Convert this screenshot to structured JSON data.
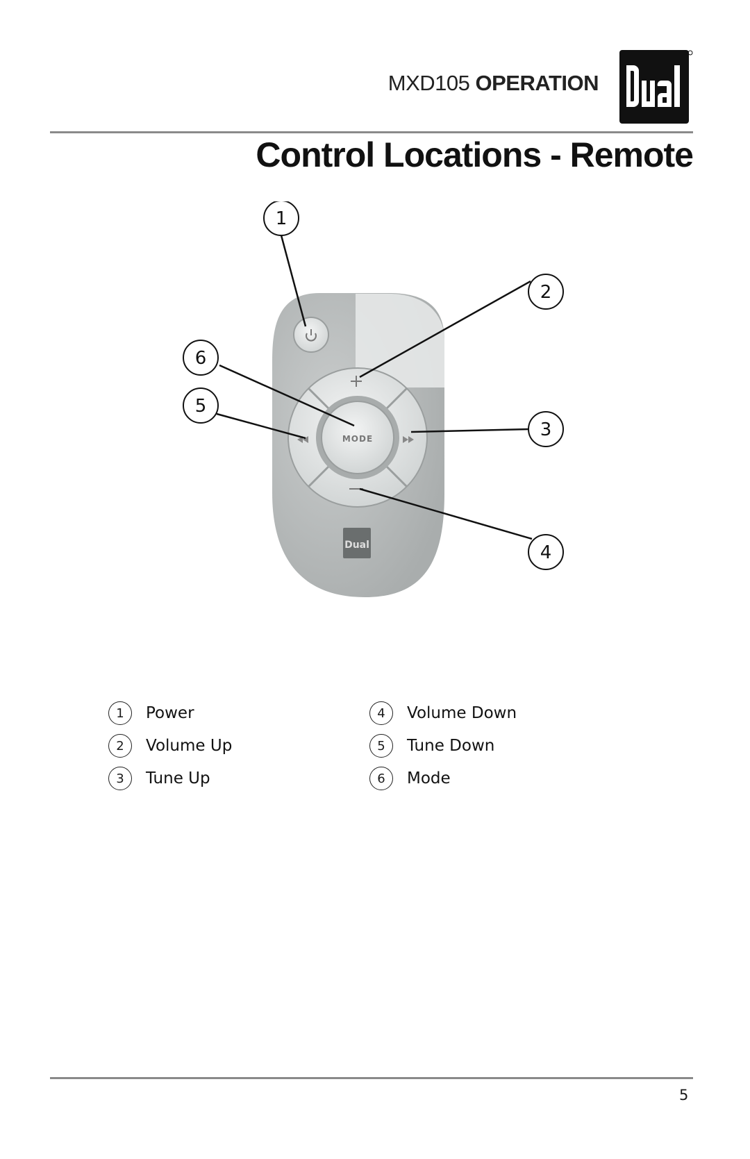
{
  "header": {
    "model": "MXD105",
    "section": "OPERATION",
    "brand_logo_text": "Dual"
  },
  "page_title": "Control Locations - Remote",
  "remote": {
    "mode_button_label": "MODE",
    "brand_badge_text": "Dual"
  },
  "callouts": [
    "1",
    "2",
    "3",
    "4",
    "5",
    "6"
  ],
  "legend": [
    {
      "number": "1",
      "label": "Power"
    },
    {
      "number": "2",
      "label": "Volume Up"
    },
    {
      "number": "3",
      "label": "Tune Up"
    },
    {
      "number": "4",
      "label": "Volume Down"
    },
    {
      "number": "5",
      "label": "Tune Down"
    },
    {
      "number": "6",
      "label": "Mode"
    }
  ],
  "page_number": "5",
  "colors": {
    "rule": "#8a8a8a",
    "remote_body": "#b9bdbd",
    "remote_button": "#dfe2e2",
    "logo_bg": "#111111"
  }
}
